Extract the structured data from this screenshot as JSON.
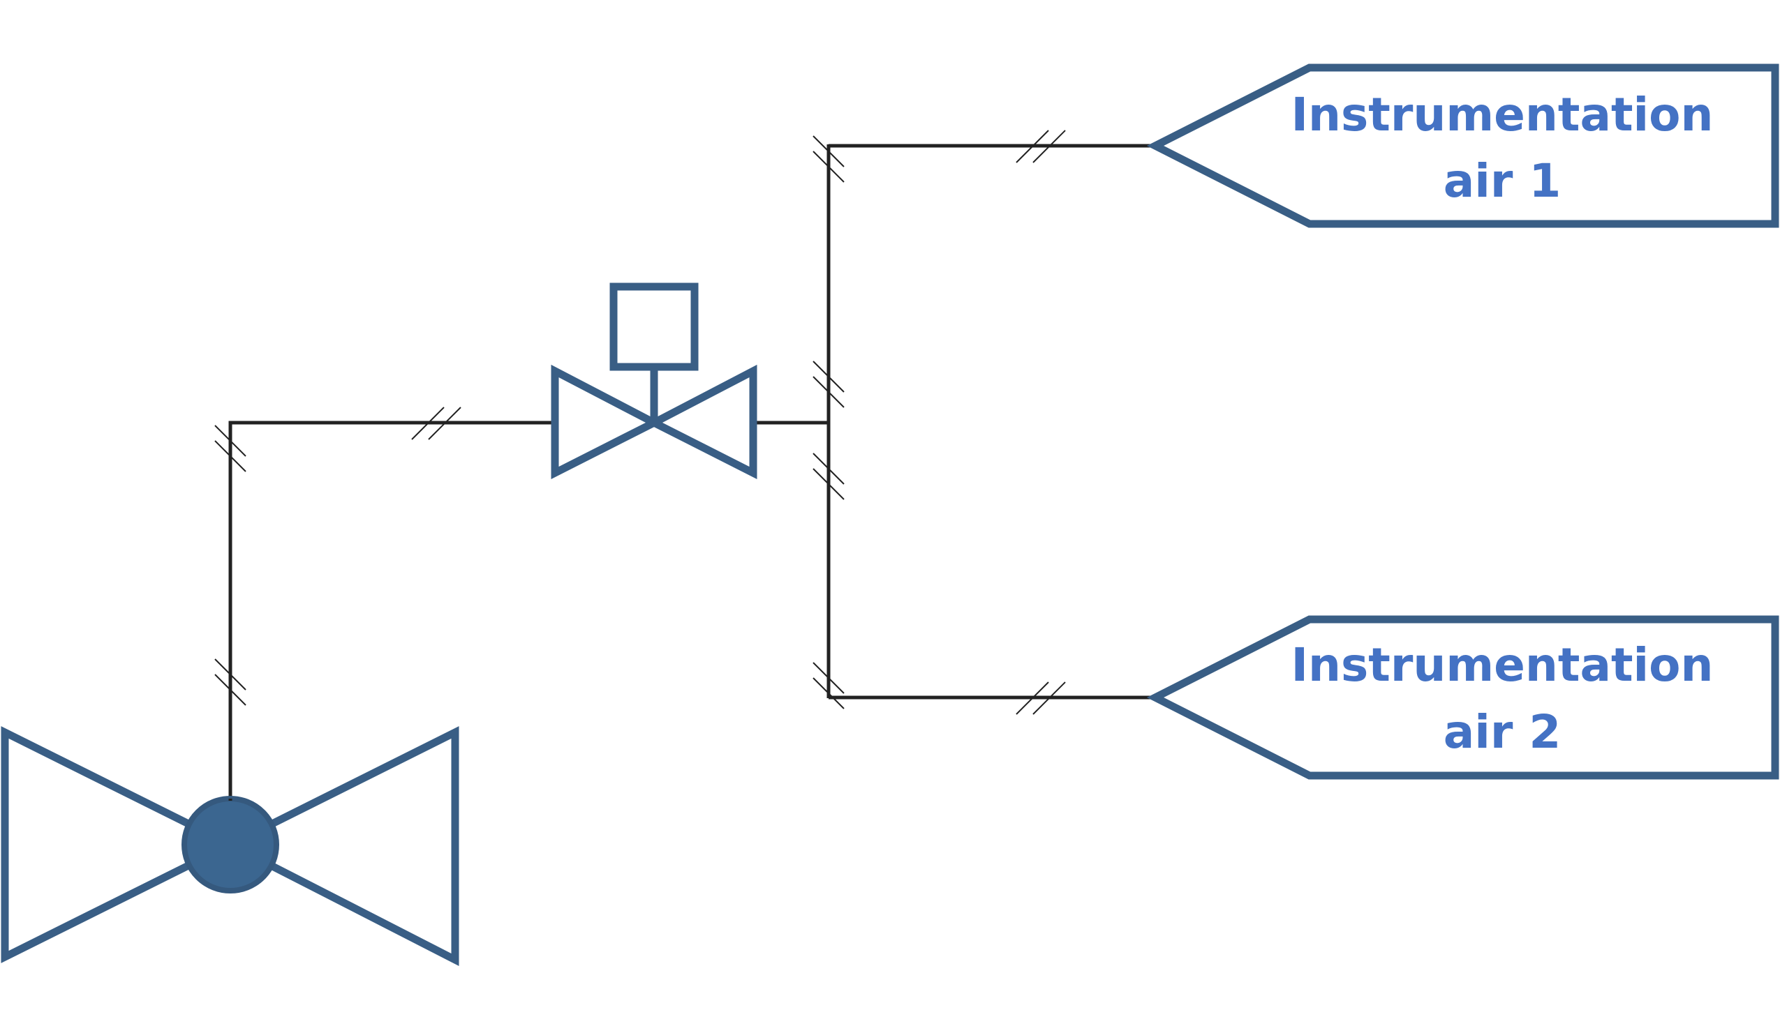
{
  "labels": {
    "instrumentation_air_1": {
      "line1": "Instrumentation",
      "line2": "air 1"
    },
    "instrumentation_air_2": {
      "line1": "Instrumentation",
      "line2": "air 2"
    }
  },
  "colors": {
    "symbol_stroke": "#395e85",
    "symbol_fill_dark": "#3b6690",
    "pipe_line": "#222222",
    "label_text": "#4472c4",
    "background": "#ffffff"
  },
  "symbols": [
    "ball-valve-icon",
    "solenoid-valve-icon",
    "off-page-connector-icon"
  ]
}
